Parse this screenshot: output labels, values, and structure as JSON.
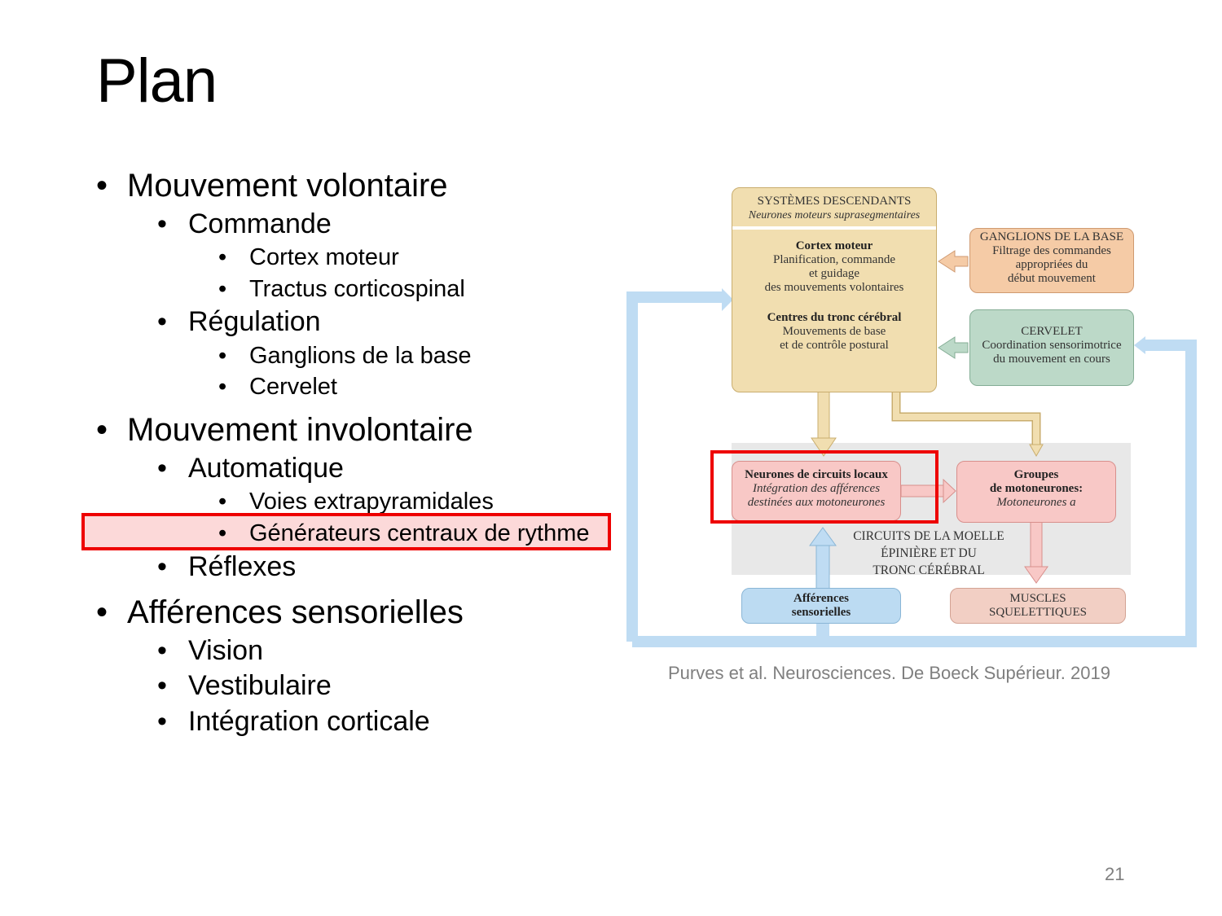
{
  "slide": {
    "title": "Plan",
    "page_number": "21",
    "credit": "Purves et al. Neurosciences. De Boeck Supérieur. 2019"
  },
  "outline": {
    "voluntary": "Mouvement volontaire",
    "command": "Commande",
    "motor_cortex": "Cortex moteur",
    "corticospinal": "Tractus corticospinal",
    "regulation": "Régulation",
    "basal_ganglia": "Ganglions de la base",
    "cerebellum": "Cervelet",
    "involuntary": "Mouvement involontaire",
    "automatic": "Automatique",
    "extrapyramidal": "Voies extrapyramidales",
    "cpg": "Générateurs centraux de rythme",
    "reflexes": "Réflexes",
    "sensory": "Afférences sensorielles",
    "vision": "Vision",
    "vestibular": "Vestibulaire",
    "cortical_integration": "Intégration corticale"
  },
  "diagram": {
    "descending_title": "SYSTÈMES DESCENDANTS",
    "descending_sub": "Neurones moteurs suprasegmentaires",
    "cortex_title": "Cortex moteur",
    "cortex_l1": "Planification, commande",
    "cortex_l2": "et guidage",
    "cortex_l3": "des mouvements volontaires",
    "brainstem_title": "Centres du tronc cérébral",
    "brainstem_l1": "Mouvements de base",
    "brainstem_l2": "et de contrôle postural",
    "bg_title": "GANGLIONS DE LA BASE",
    "bg_l1": "Filtrage des commandes",
    "bg_l2": "appropriées du",
    "bg_l3": "début mouvement",
    "cb_title": "CERVELET",
    "cb_l1": "Coordination sensorimotrice",
    "cb_l2": "du mouvement en cours",
    "local_title": "Neurones de circuits locaux",
    "local_l1": "Intégration des afférences",
    "local_l2": "destinées aux motoneurones",
    "moto_l1": "Groupes",
    "moto_l2": "de motoneurones:",
    "moto_l3": "Motoneurones a",
    "spinal_l1": "CIRCUITS DE LA MOELLE",
    "spinal_l2": "ÉPINIÈRE ET DU",
    "spinal_l3": "TRONC CÉRÉBRAL",
    "aff_l1": "Afférences",
    "aff_l2": "sensorielles",
    "muscles_l1": "MUSCLES",
    "muscles_l2": "SQUELETTIQUES"
  },
  "colors": {
    "highlight_border": "#ee0000",
    "highlight_fill": "#fcd9d9",
    "descending_fill": "#f1deb0",
    "basal_ganglia_fill": "#f5cba6",
    "cerebellum_fill": "#bcd9c8",
    "local_circuits_fill": "#f8c8c6",
    "afferent_fill": "#bcdbf2",
    "muscles_fill": "#f2cfc4",
    "feedback_arrow": "#bfdcf3",
    "grey_panel": "#e8e8e8"
  }
}
